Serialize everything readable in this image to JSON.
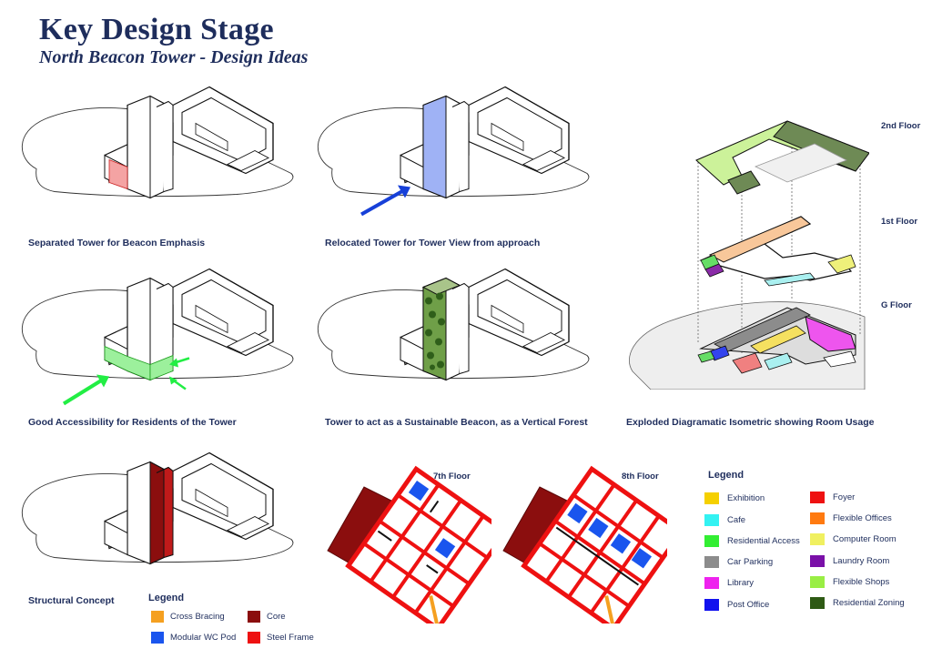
{
  "header": {
    "title": "Key Design Stage",
    "subtitle": "North Beacon Tower - Design Ideas"
  },
  "captions": {
    "separated": "Separated Tower for Beacon Emphasis",
    "relocated": "Relocated Tower for Tower View from approach",
    "accessibility": "Good Accessibility for Residents of the Tower",
    "sustainable": "Tower to act as a Sustainable Beacon, as a Vertical Forest",
    "exploded": "Exploded Diagramatic Isometric showing Room Usage",
    "structural": "Structural Concept"
  },
  "floors": {
    "second": "2nd Floor",
    "first": "1st Floor",
    "ground": "G Floor",
    "seventh": "7th Floor",
    "eighth": "8th Floor"
  },
  "room_legend": {
    "title": "Legend",
    "items": [
      {
        "label": "Exhibition",
        "color": "#f5d000"
      },
      {
        "label": "Cafe",
        "color": "#33f2f2"
      },
      {
        "label": "Residential Access",
        "color": "#33ee33"
      },
      {
        "label": "Car Parking",
        "color": "#8c8c8c"
      },
      {
        "label": "Library",
        "color": "#ee22ee"
      },
      {
        "label": "Post Office",
        "color": "#1111ee"
      },
      {
        "label": "Foyer",
        "color": "#ee1111"
      },
      {
        "label": "Flexible Offices",
        "color": "#ff7a10"
      },
      {
        "label": "Computer Room",
        "color": "#f0f060"
      },
      {
        "label": "Laundry Room",
        "color": "#7a10a8"
      },
      {
        "label": "Flexible Shops",
        "color": "#99ee44"
      },
      {
        "label": "Residential Zoning",
        "color": "#2e5a14"
      }
    ]
  },
  "structure_legend": {
    "title": "Legend",
    "items": [
      {
        "label": "Cross Bracing",
        "color": "#f5a020"
      },
      {
        "label": "Modular WC Pod",
        "color": "#1a55ee"
      },
      {
        "label": "Core",
        "color": "#8b0e0e"
      },
      {
        "label": "Steel Frame",
        "color": "#ee1111"
      }
    ]
  }
}
